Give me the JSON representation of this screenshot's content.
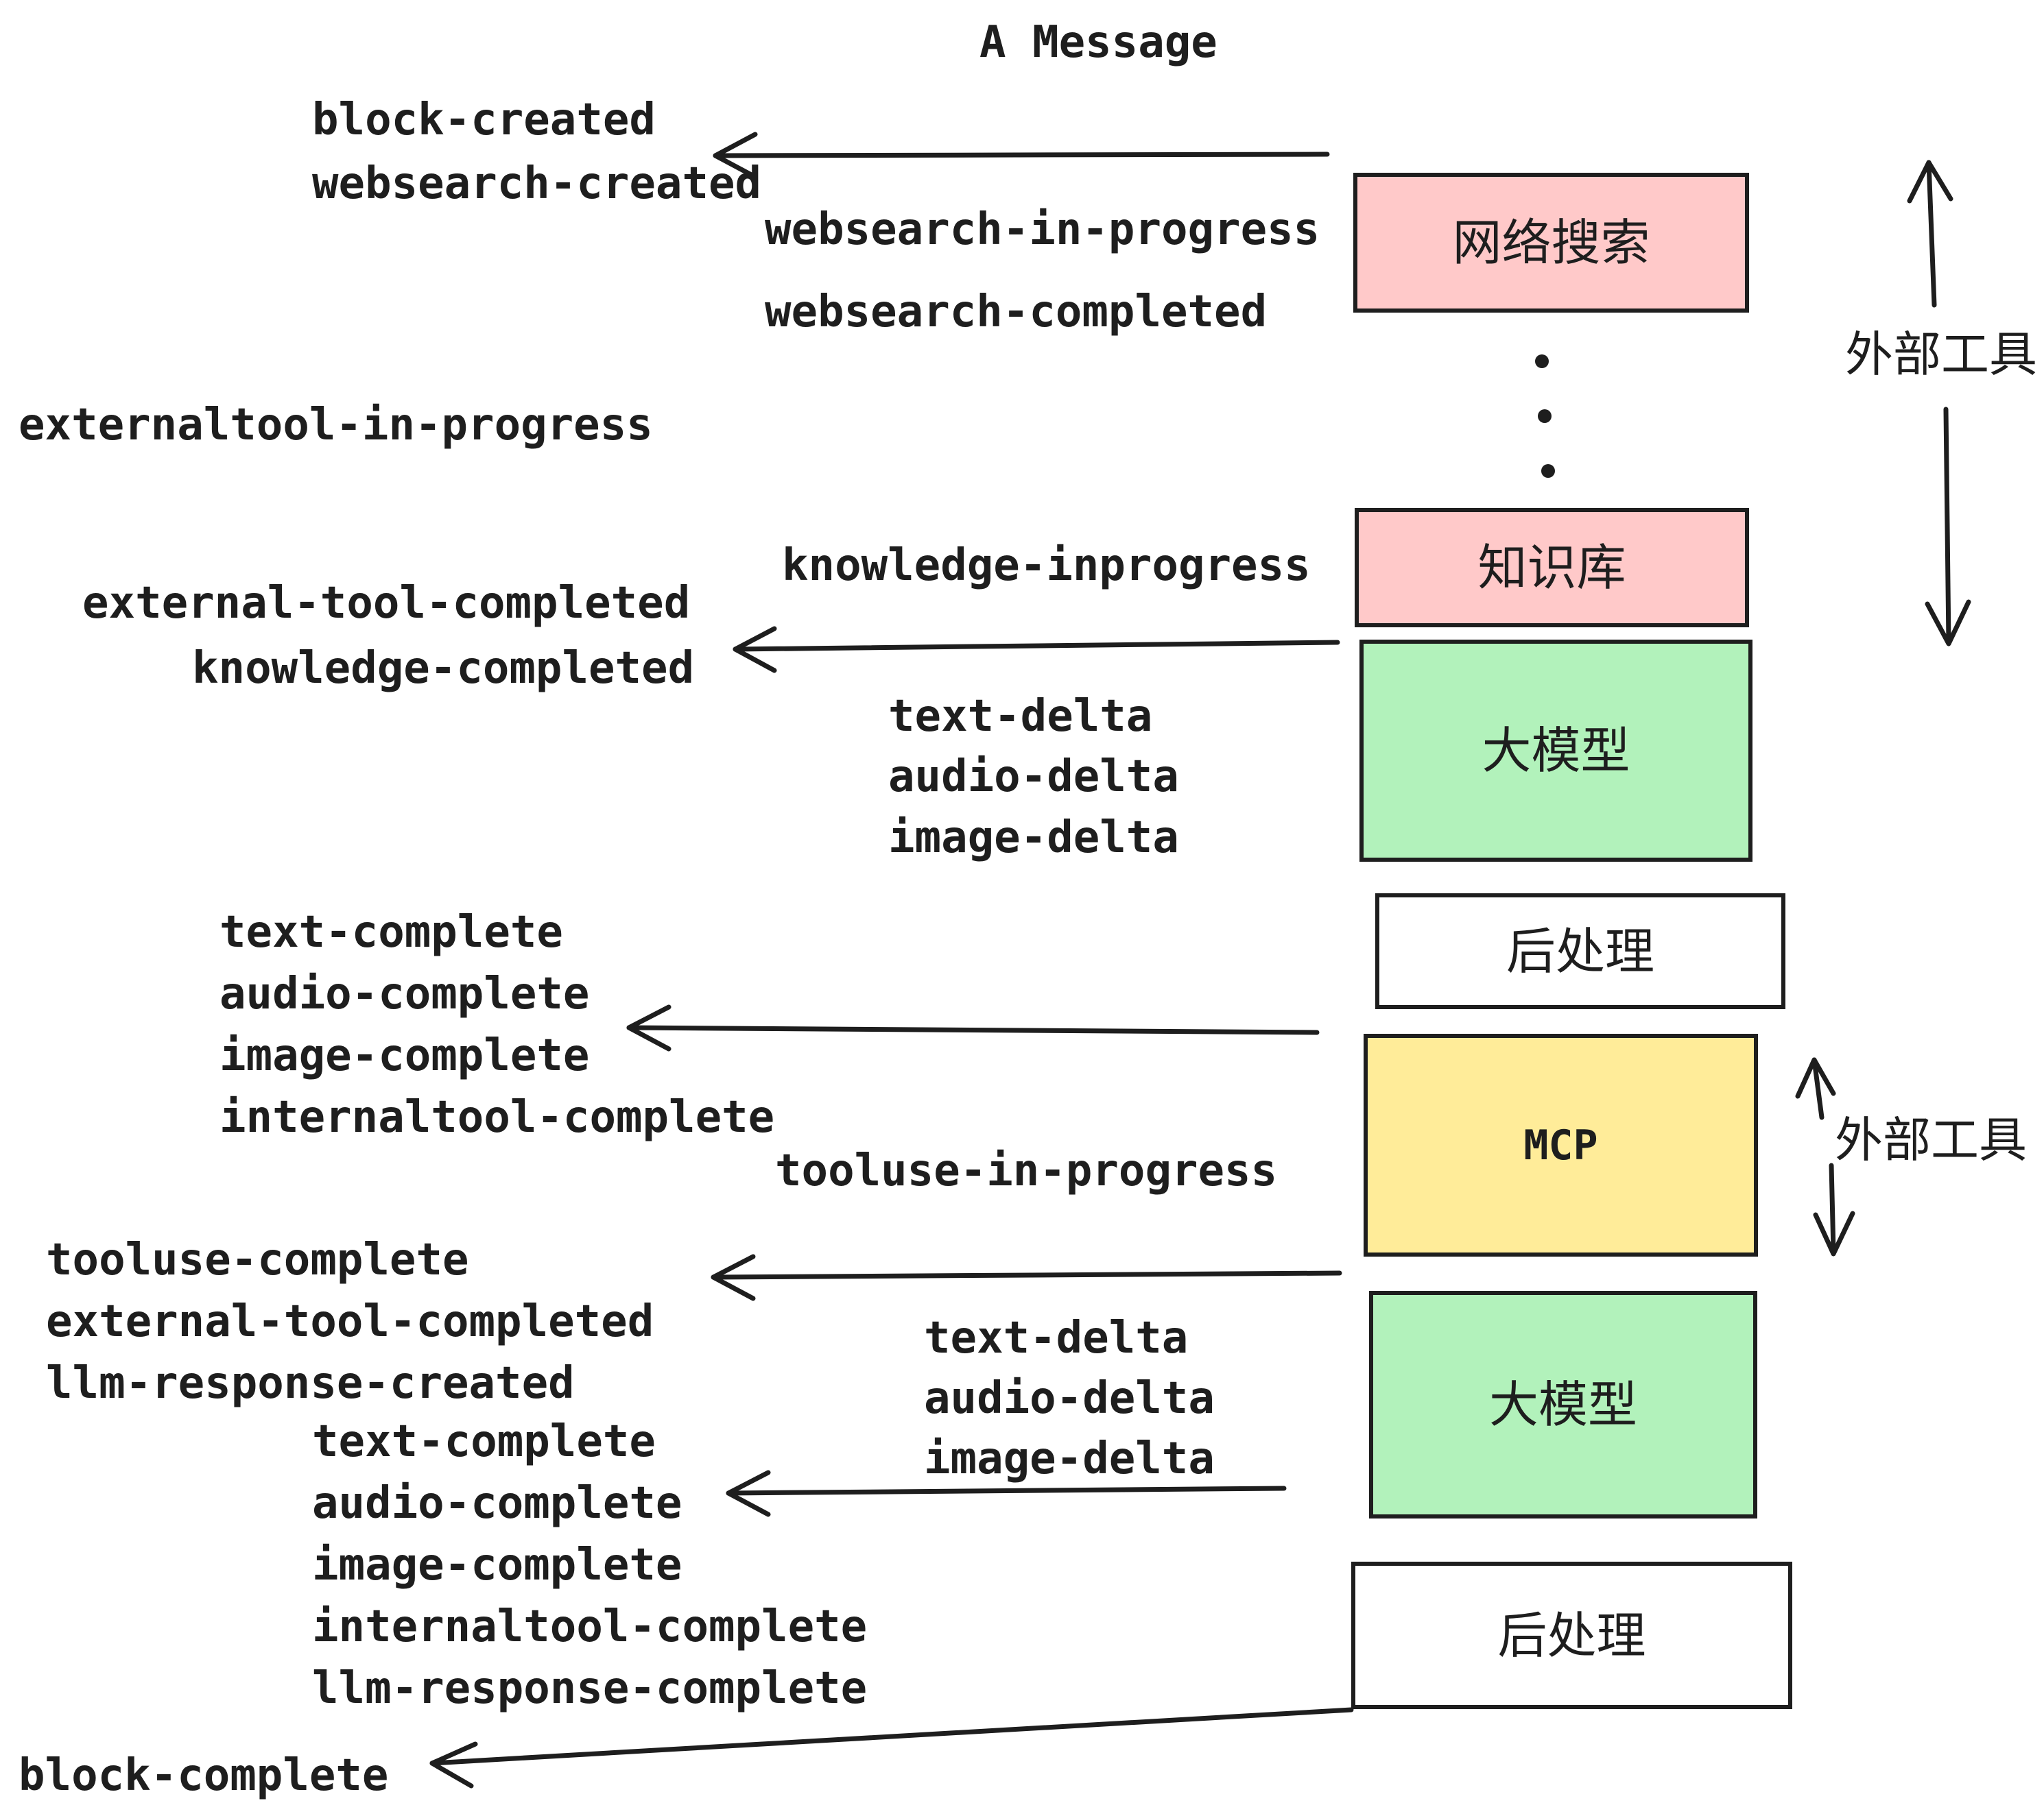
{
  "title": "A Message",
  "events": [
    "block-created",
    "websearch-created",
    "websearch-in-progress",
    "websearch-completed",
    "externaltool-in-progress",
    "knowledge-inprogress",
    "external-tool-completed",
    "knowledge-completed",
    "text-delta",
    "audio-delta",
    "image-delta",
    "text-complete",
    "audio-complete",
    "image-complete",
    "internaltool-complete",
    "tooluse-in-progress",
    "tooluse-complete",
    "external-tool-completed",
    "llm-response-created",
    "text-complete",
    "audio-complete",
    "image-complete",
    "internaltool-complete",
    "llm-response-complete",
    "block-complete"
  ],
  "boxes": [
    {
      "id": "websearch",
      "label": "网络搜索",
      "fill": "#ffc9c9"
    },
    {
      "id": "knowledge",
      "label": "知识库",
      "fill": "#ffc9c9"
    },
    {
      "id": "llm-1",
      "label": "大模型",
      "fill": "#b2f2bb"
    },
    {
      "id": "postprocess-1",
      "label": "后处理",
      "fill": "#ffffff"
    },
    {
      "id": "mcp",
      "label": "MCP",
      "fill": "#ffec99"
    },
    {
      "id": "llm-2",
      "label": "大模型",
      "fill": "#b2f2bb"
    },
    {
      "id": "postprocess-2",
      "label": "后处理",
      "fill": "#ffffff"
    }
  ],
  "side_labels": [
    {
      "text": "外部工具"
    },
    {
      "text": "外部工具"
    }
  ],
  "colors": {
    "ink": "#1e1e1e",
    "pink": "#ffc9c9",
    "green": "#b2f2bb",
    "yellow": "#ffec99",
    "white": "#ffffff"
  }
}
